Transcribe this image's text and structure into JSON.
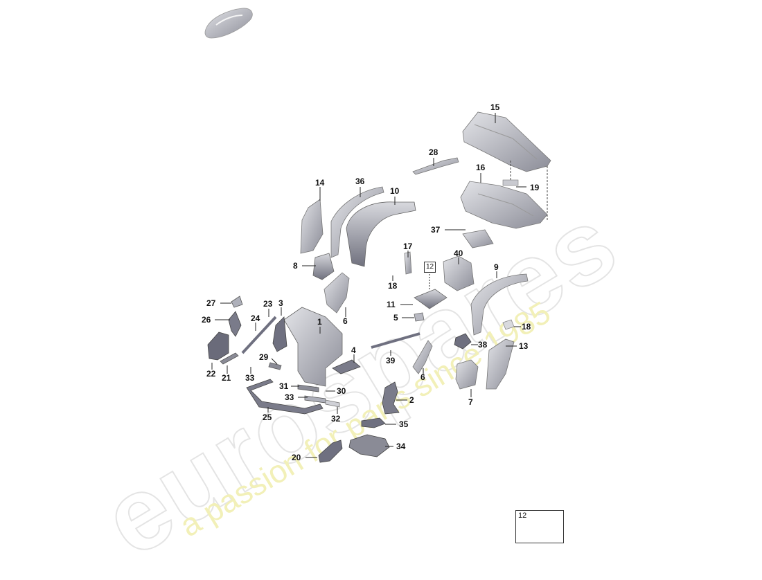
{
  "watermark": {
    "brand": "eurospares",
    "tagline": "a passion for parts since 1985"
  },
  "callouts": [
    {
      "id": "15",
      "label": "15"
    },
    {
      "id": "28",
      "label": "28"
    },
    {
      "id": "16",
      "label": "16"
    },
    {
      "id": "19",
      "label": "19"
    },
    {
      "id": "14",
      "label": "14"
    },
    {
      "id": "36",
      "label": "36"
    },
    {
      "id": "10",
      "label": "10"
    },
    {
      "id": "37",
      "label": "37"
    },
    {
      "id": "17",
      "label": "17"
    },
    {
      "id": "40",
      "label": "40"
    },
    {
      "id": "9",
      "label": "9"
    },
    {
      "id": "8",
      "label": "8"
    },
    {
      "id": "12b",
      "label": "12"
    },
    {
      "id": "18a",
      "label": "18"
    },
    {
      "id": "11",
      "label": "11"
    },
    {
      "id": "6a",
      "label": "6"
    },
    {
      "id": "5",
      "label": "5"
    },
    {
      "id": "18b",
      "label": "18"
    },
    {
      "id": "27",
      "label": "27"
    },
    {
      "id": "23",
      "label": "23"
    },
    {
      "id": "3",
      "label": "3"
    },
    {
      "id": "26",
      "label": "26"
    },
    {
      "id": "24",
      "label": "24"
    },
    {
      "id": "1",
      "label": "1"
    },
    {
      "id": "38",
      "label": "38"
    },
    {
      "id": "13",
      "label": "13"
    },
    {
      "id": "4",
      "label": "4"
    },
    {
      "id": "39",
      "label": "39"
    },
    {
      "id": "6b",
      "label": "6"
    },
    {
      "id": "22",
      "label": "22"
    },
    {
      "id": "21",
      "label": "21"
    },
    {
      "id": "29",
      "label": "29"
    },
    {
      "id": "33a",
      "label": "33"
    },
    {
      "id": "31",
      "label": "31"
    },
    {
      "id": "30",
      "label": "30"
    },
    {
      "id": "33b",
      "label": "33"
    },
    {
      "id": "2",
      "label": "2"
    },
    {
      "id": "7",
      "label": "7"
    },
    {
      "id": "25",
      "label": "25"
    },
    {
      "id": "32",
      "label": "32"
    },
    {
      "id": "35",
      "label": "35"
    },
    {
      "id": "34",
      "label": "34"
    },
    {
      "id": "20",
      "label": "20"
    }
  ],
  "inset": {
    "label": "12"
  },
  "colors": {
    "part_fill": "#cfd0d6",
    "part_shade": "#8e8f9a",
    "part_dark": "#5a5b68",
    "leader": "#222222"
  }
}
